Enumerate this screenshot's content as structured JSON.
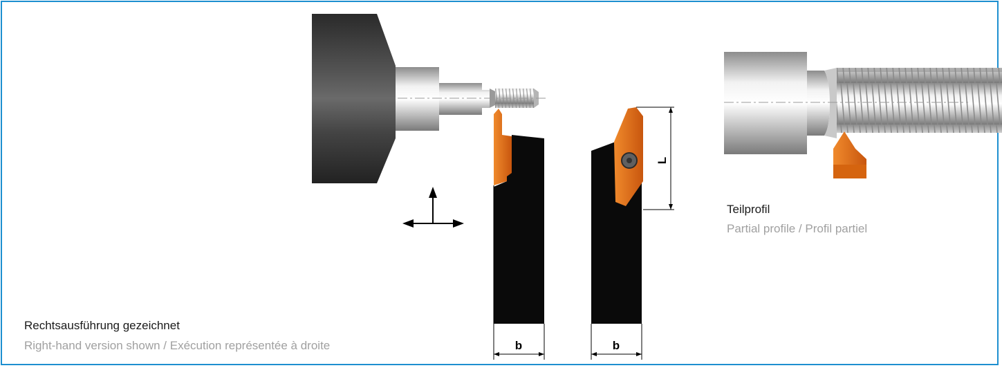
{
  "captions": {
    "drawn_de": "Rechtsausführung gezeichnet",
    "drawn_en_fr": "Right-hand version shown / Exécution représentée à droite",
    "profile_de": "Teilprofil",
    "profile_en_fr": "Partial profile / Profil partiel"
  },
  "dimensions": {
    "b_front": "b",
    "b_side": "b",
    "L": "L"
  },
  "colors": {
    "border": "#1d8fd0",
    "insert": "#e8731a",
    "holder": "#0a0a0a",
    "chuck": "#3a3a3a"
  }
}
